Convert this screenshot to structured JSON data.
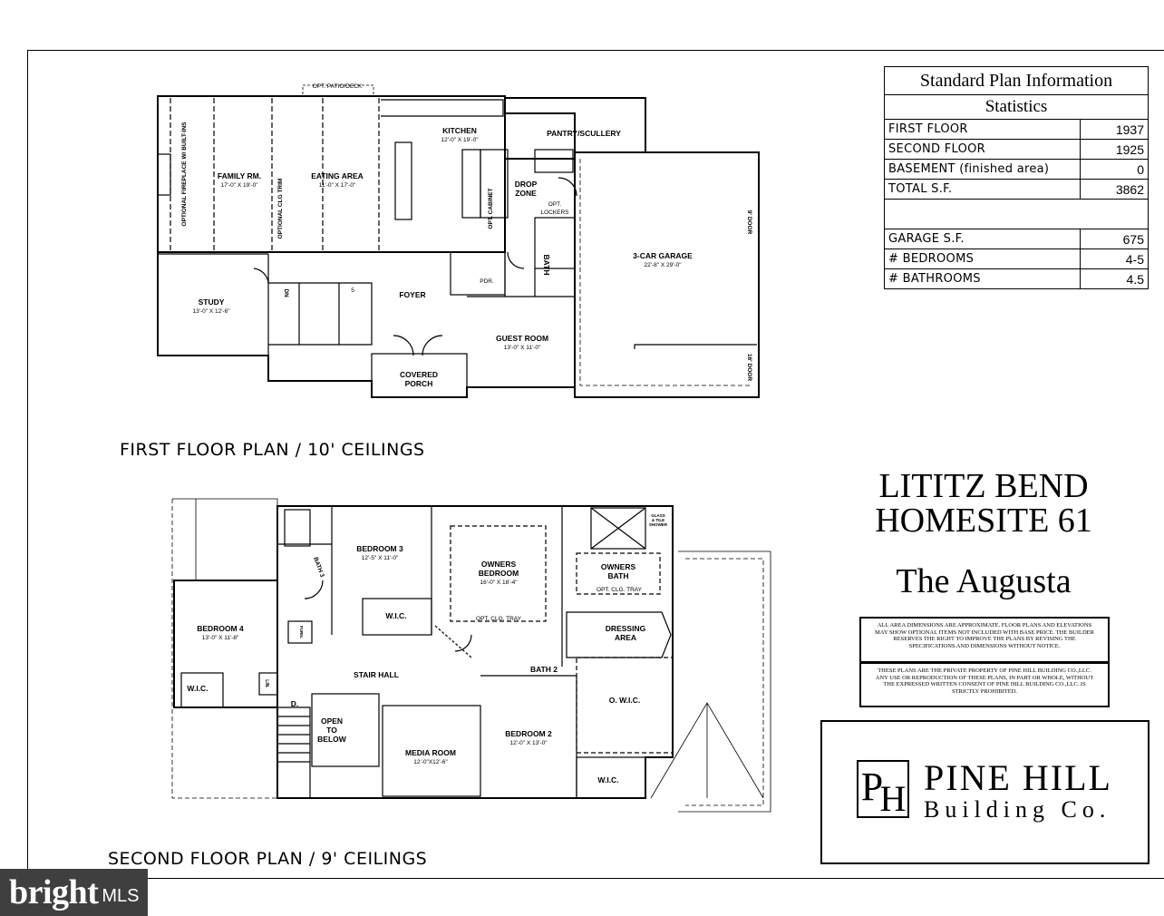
{
  "first_floor": {
    "caption": "FIRST FLOOR PLAN / 10' CEILINGS",
    "opt_patio": "OPT. PATIO/DECK",
    "opt_fireplace": "OPTIONAL FIREPLACE W/ BUILT-INS",
    "opt_clg_trim": "OPTIONAL CLG TRIM",
    "family_rm": {
      "name": "FAMILY RM.",
      "dim": "17'-0\" X 19'-0\""
    },
    "eating_area": {
      "name": "EATING AREA",
      "dim": "11'-0\" X 17'-0\""
    },
    "kitchen": {
      "name": "KITCHEN",
      "dim": "12'-0\" X 19'-0\""
    },
    "pantry": "PANTRY/SCULLERY",
    "drop_zone": [
      "DROP",
      "ZONE"
    ],
    "opt_cabinet": "OPT. CABINET",
    "opt_lockers": [
      "OPT.",
      "LOCKERS"
    ],
    "garage": {
      "name": "3-CAR GARAGE",
      "dim": "22'-8\" X 29'-0\""
    },
    "garage_door_1": "9' DOOR",
    "garage_door_2": "16' DOOR",
    "study": {
      "name": "STUDY",
      "dim": "13'-0\" X 12'-6\""
    },
    "foyer": "FOYER",
    "pdr": "PDR.",
    "bath": "BATH",
    "guest_room": {
      "name": "GUEST ROOM",
      "dim": "13'-0\" X 11'-0\""
    },
    "covered_porch": [
      "COVERED",
      "PORCH"
    ],
    "stair_dn": "DN",
    "stair_5": "5"
  },
  "second_floor": {
    "caption": "SECOND FLOOR PLAN / 9' CEILINGS",
    "bedroom3": {
      "name": "BEDROOM 3",
      "dim": "12'-5\" X 11'-0\""
    },
    "bath3": "BATH 3",
    "wic": "W.I.C.",
    "owners_bedroom": {
      "name": [
        "OWNERS",
        "BEDROOM"
      ],
      "dim": "16'-0\" X 18'-4\""
    },
    "opt_clg_tray": "OPT. CLG. TRAY",
    "owners_bath": [
      "OWNERS",
      "BATH"
    ],
    "opt_clg_tray_bath": "OPT. CLG. TRAY",
    "shower_note": [
      "GLASS",
      "& TILE",
      "SHOWER"
    ],
    "dressing_area": [
      "DRESSING",
      "AREA"
    ],
    "bedroom4": {
      "name": "BEDROOM 4",
      "dim": "13'-0\" X 11'-8\""
    },
    "wic4": "W.I.C.",
    "lin": "LIN.",
    "furn": "FURN.",
    "stair_hall": "STAIR HALL",
    "bath2": "BATH 2",
    "owic": "O. W.I.C.",
    "open_to_below": [
      "OPEN",
      "TO",
      "BELOW"
    ],
    "stair_d": "D.",
    "media_room": {
      "name": "MEDIA ROOM",
      "dim": "12'-0\"X12'-6\""
    },
    "bedroom2": {
      "name": "BEDROOM 2",
      "dim": "12'-0\" X 13'-0\""
    },
    "wic2": "W.I.C."
  },
  "stats": {
    "heading": "Standard Plan Information",
    "subheading": "Statistics",
    "rows": [
      {
        "label": "FIRST FLOOR",
        "value": "1937"
      },
      {
        "label": "SECOND FLOOR",
        "value": "1925"
      },
      {
        "label": "BASEMENT (finished area)",
        "value": "0"
      },
      {
        "label": "TOTAL S.F.",
        "value": "3862"
      }
    ],
    "rows2": [
      {
        "label": "GARAGE S.F.",
        "value": "675"
      },
      {
        "label": "# BEDROOMS",
        "value": "4-5"
      },
      {
        "label": "# BATHROOMS",
        "value": "4.5"
      }
    ]
  },
  "project": {
    "line1": "LITITZ BEND",
    "line2": "HOMESITE 61",
    "model": "The Augusta"
  },
  "disclaimer1": "ALL AREA DIMENSIONS ARE APPROXIMATE. FLOOR PLANS AND ELEVATIONS MAY SHOW OPTIONAL ITEMS NOT INCLUDED WITH BASE PRICE. THE BUILDER RESERVES THE RIGHT TO IMPROVE THE PLANS BY REVISING THE SPECIFICATIONS AND DIMENSIONS WITHOUT NOTICE.",
  "disclaimer2": "THESE PLANS ARE THE PRIVATE PROPERTY OF PINE HILL BUILDING CO.,LLC. ANY USE OR REPRODUCTION OF THESE PLANS, IN PART OR WHOLE, WITHOUT THE EXPRESSED WRITTEN CONSENT OF PINE HILL BUILDING CO.,LLC. IS STRICTLY PROHIBITED.",
  "logo": {
    "monogram_1": "P",
    "monogram_2": "H",
    "line1": "PINE HILL",
    "line2": "Building Co."
  },
  "watermark": {
    "brand": "bright",
    "suffix": "MLS"
  }
}
